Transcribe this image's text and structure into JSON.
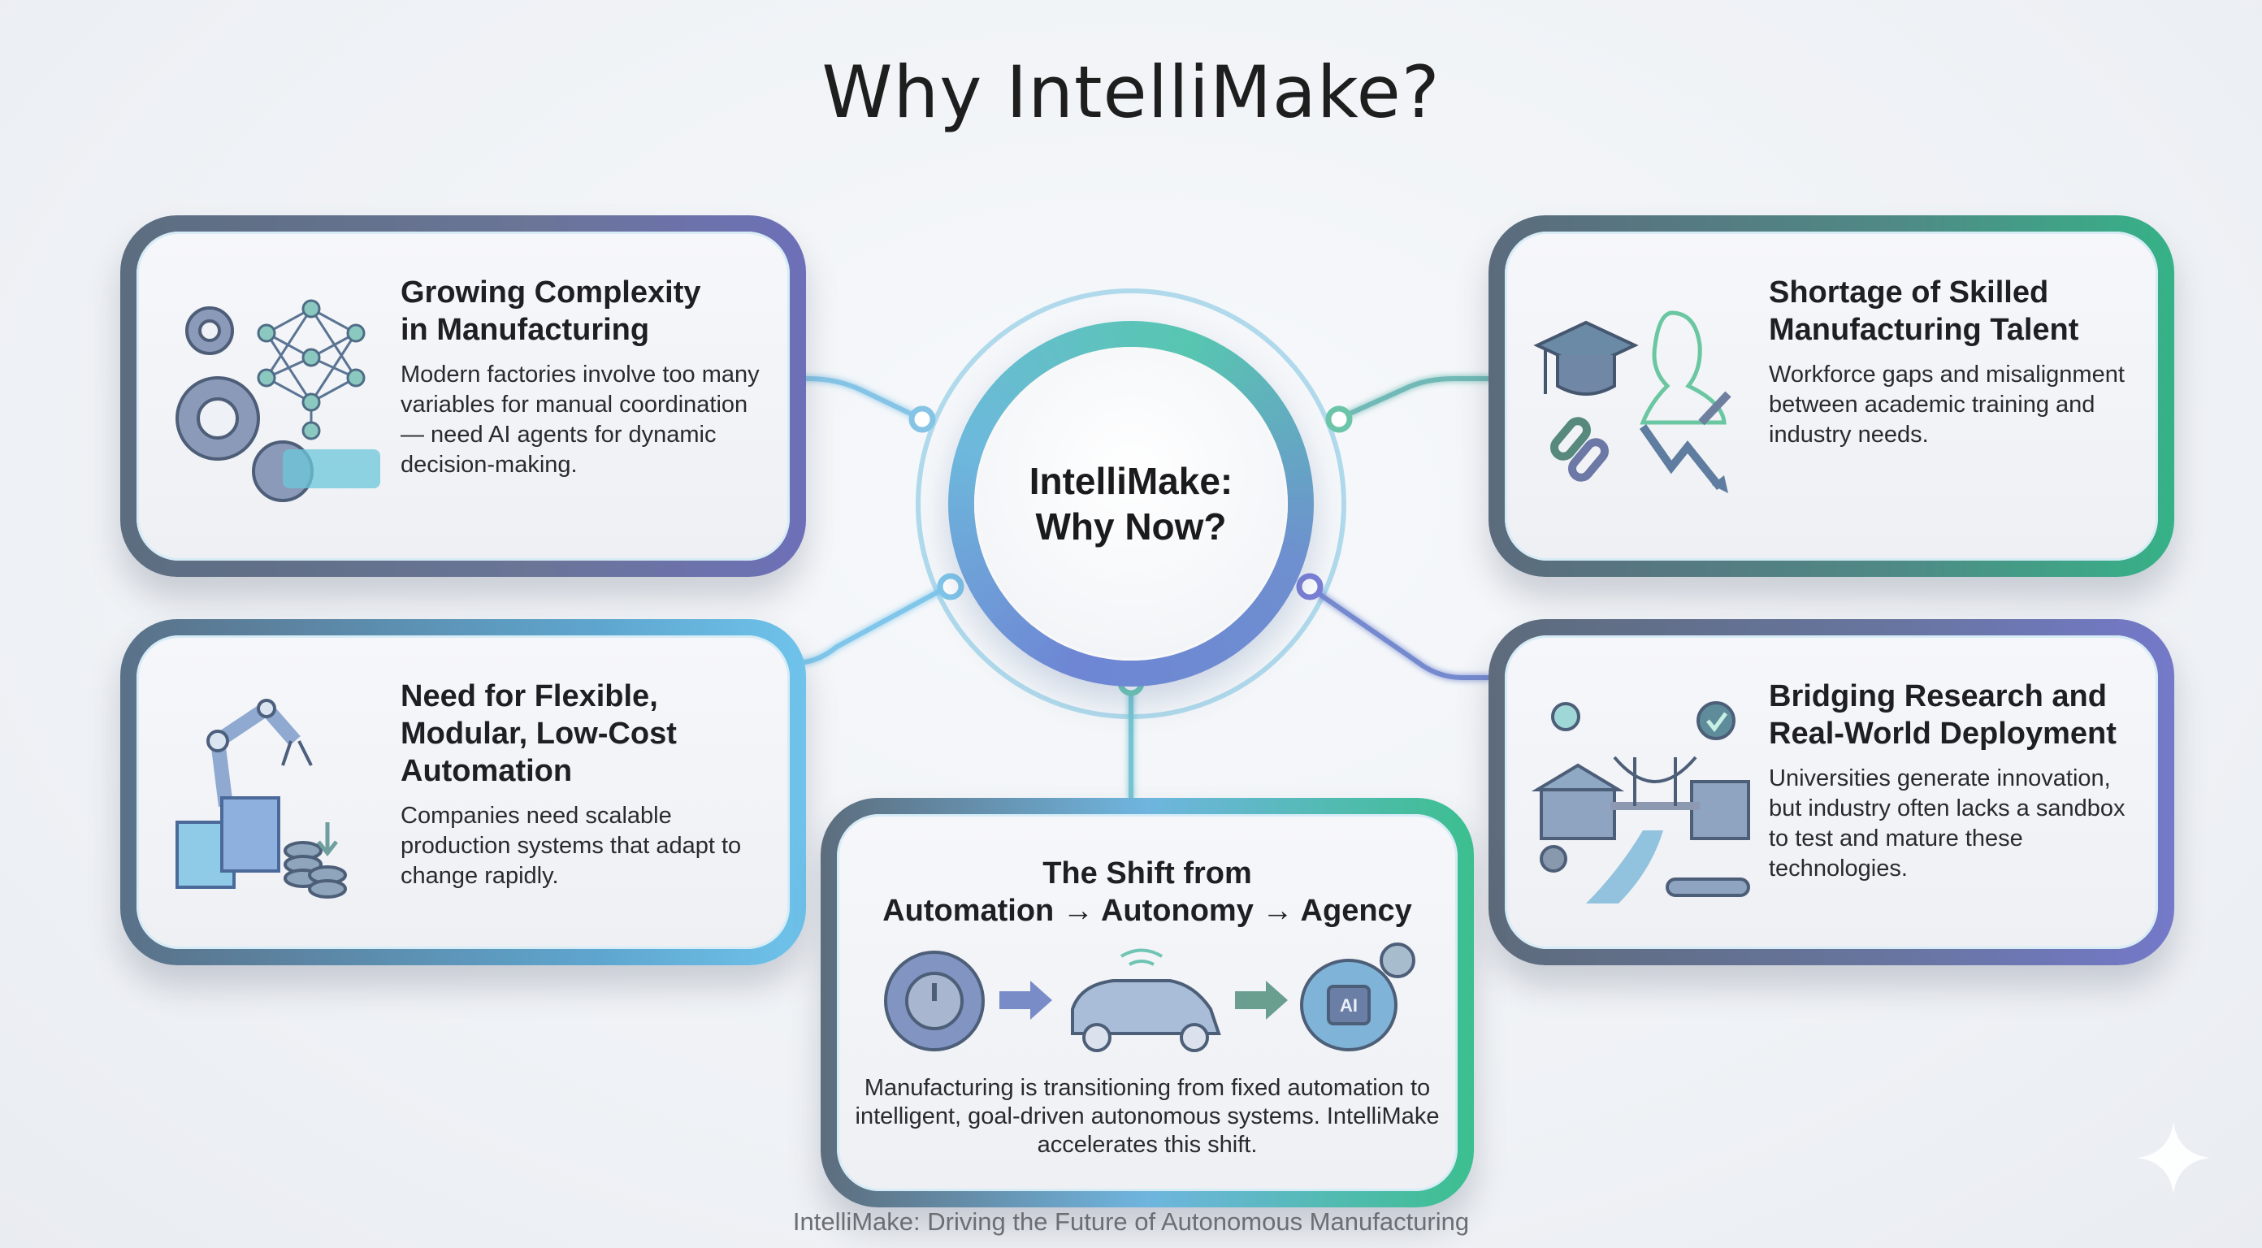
{
  "title": "Why IntelliMake?",
  "center": {
    "line1": "IntelliMake:",
    "line2": "Why Now?"
  },
  "cards": {
    "complexity": {
      "title_line1": "Growing Complexity",
      "title_line2": "in Manufacturing",
      "body": "Modern factories involve too many variables for manual coordination — need AI agents for dynamic decision-making.",
      "icon": "gears-neural-network-icon"
    },
    "talent": {
      "title_line1": "Shortage of Skilled",
      "title_line2": "Manufacturing Talent",
      "body": "Workforce gaps and misalignment between academic training and industry needs.",
      "icon": "graduation-cap-broken-chain-worker-icon"
    },
    "flexible": {
      "title_line1": "Need for Flexible,",
      "title_line2": "Modular, Low-Cost",
      "title_line3": "Automation",
      "body": "Companies need scalable production systems that adapt to change rapidly.",
      "icon": "robot-arm-modular-blocks-coins-icon"
    },
    "bridging": {
      "title_line1": "Bridging Research and",
      "title_line2": "Real-World Deployment",
      "body": "Universities generate innovation, but industry often lacks a sandbox to test and mature these technologies.",
      "icon": "university-bridge-factory-icon"
    },
    "shift": {
      "title_line1": "The Shift from",
      "title_line2": "Automation → Autonomy → Agency",
      "body": "Manufacturing is transitioning from fixed automation to intelligent, goal-driven autonomous systems. IntelliMake accelerates this shift.",
      "flow": [
        "gear-power-icon",
        "autonomous-car-icon",
        "ai-brain-target-icon"
      ],
      "ai_label": "AI"
    }
  },
  "footer": "IntelliMake: Driving the Future of Autonomous Manufacturing",
  "colors": {
    "slate": "#5c6d80",
    "purple": "#6d70b8",
    "green": "#36b287",
    "light_blue": "#6fc3eb",
    "teal": "#57c6b0"
  }
}
